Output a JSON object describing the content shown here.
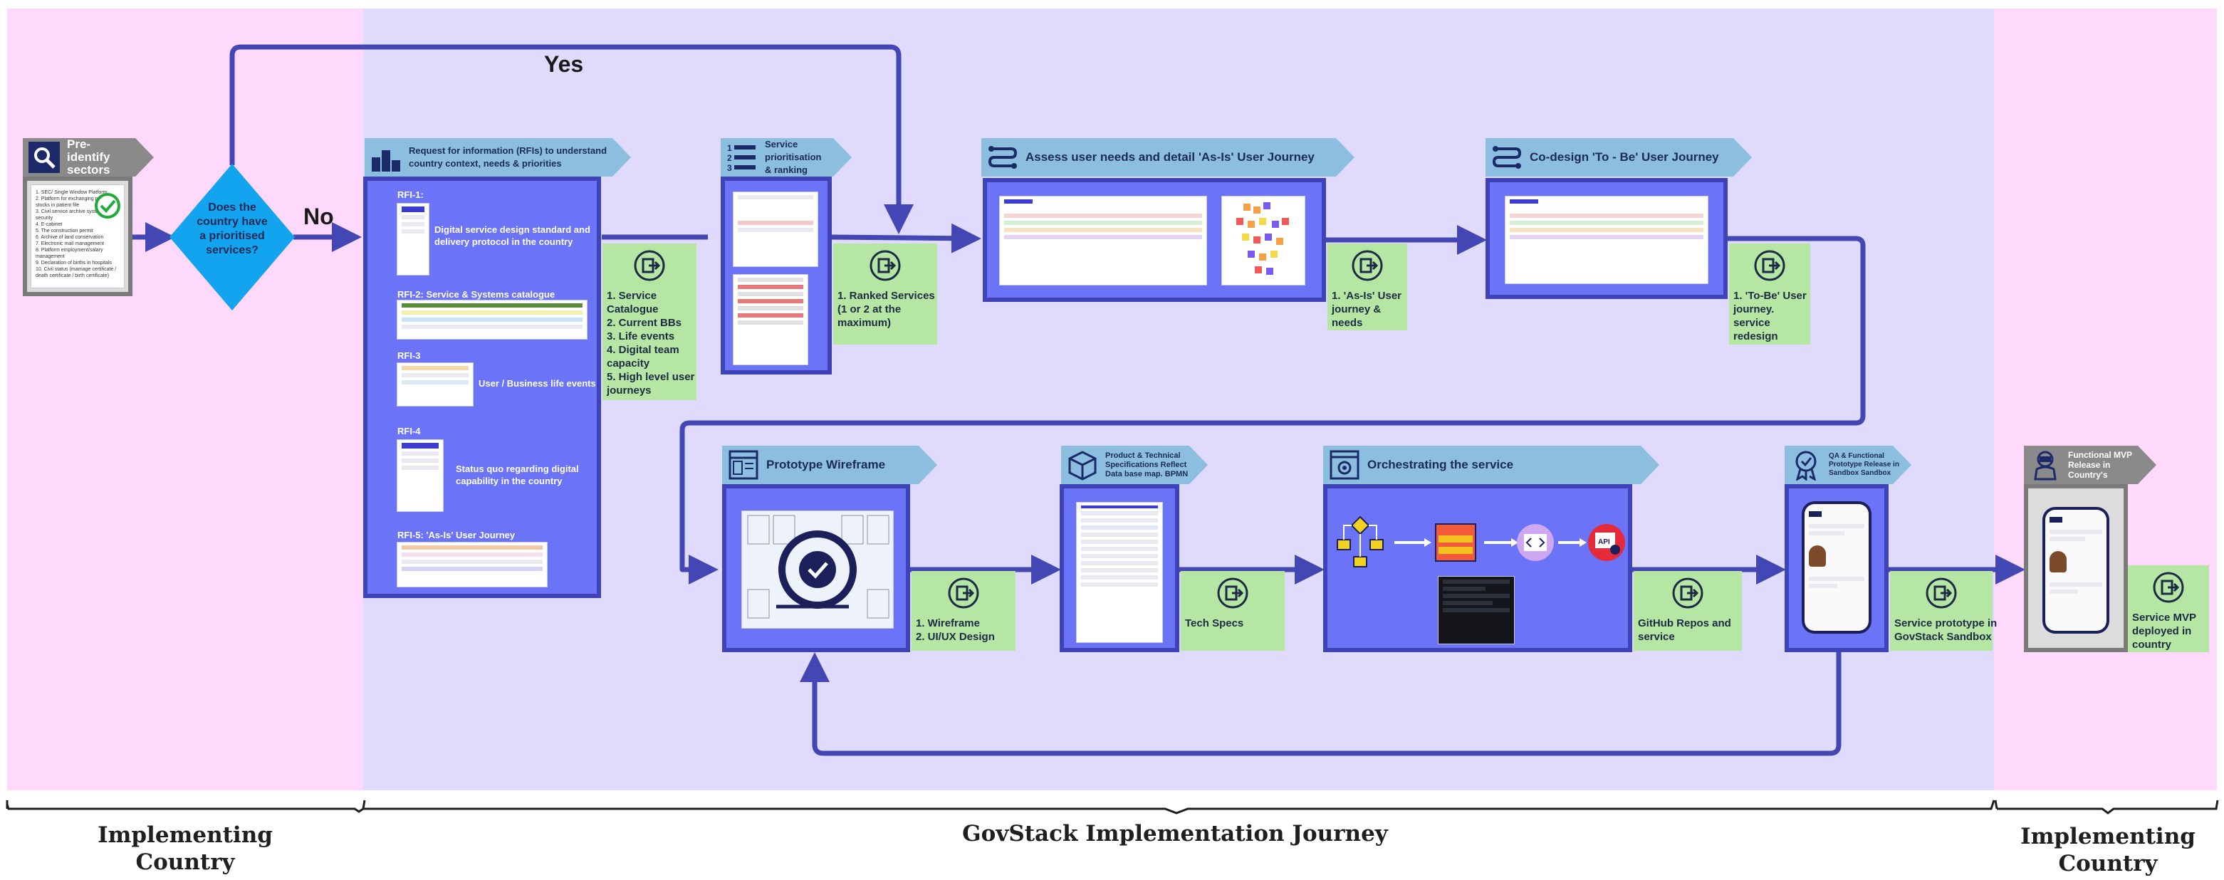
{
  "zones": {
    "left_label": "Implementing Country",
    "center_label": "GovStack Implementation Journey",
    "right_label": "Implementing Country"
  },
  "decision": {
    "question": "Does the country have a prioritised services?",
    "yes": "Yes",
    "no": "No"
  },
  "preidentify": {
    "title": "Pre-identify sectors",
    "list": [
      "1. SEC/ Single Window Platform",
      "2. Platform for exchanging price",
      "   stocks in patient file",
      "3. Civil service archive system &",
      "   security",
      "4. E-cabinet",
      "5. The construction permit",
      "6. Archive of land conservation",
      "7. Electronic mail management",
      "8. Platform employment/salary",
      "   management",
      "9. Declaration of births in hospitals",
      "10. Civil status (marriage certificate /",
      "    death certificate / birth certificate)"
    ]
  },
  "rfi": {
    "tab": "Request for information (RFIs) to understand country context, needs & priorities",
    "items": [
      {
        "title": "RFI-1:",
        "desc": "Digital service design standard and delivery protocol in the country"
      },
      {
        "title": "RFI-2: Service & Systems catalogue",
        "desc": ""
      },
      {
        "title": "RFI-3",
        "desc": "User / Business life events"
      },
      {
        "title": "RFI-4",
        "desc": "Status quo regarding digital capability in the country"
      },
      {
        "title": "RFI-5: 'As-Is' User Journey",
        "desc": ""
      }
    ],
    "output": [
      "1. Service",
      "Catalogue",
      "2. Current BBs",
      "3. Life events",
      "4. Digital team",
      "capacity",
      "5. High level user",
      "journeys"
    ]
  },
  "prioritisation": {
    "tab": "Service prioritisation & ranking",
    "output": [
      "1. Ranked Services",
      "(1 or 2 at the",
      "maximum)"
    ]
  },
  "assess": {
    "tab": "Assess user needs and detail 'As-Is' User Journey",
    "output": [
      "1. 'As-Is' User",
      "journey &",
      "needs"
    ]
  },
  "codesign": {
    "tab": "Co-design 'To - Be' User Journey",
    "output": [
      "1. 'To-Be' User",
      "journey.",
      "service",
      "redesign"
    ]
  },
  "prototype": {
    "tab": "Prototype Wireframe",
    "output": [
      "1. Wireframe",
      "2. UI/UX Design"
    ]
  },
  "specs": {
    "tab": "Product & Technical Specifications Reflect Data base map. BPMN",
    "output": [
      "Tech Specs"
    ]
  },
  "orchestrate": {
    "tab": "Orchestrating the service",
    "output": [
      "GitHub Repos and",
      "service"
    ]
  },
  "qa": {
    "tab": "QA & Functional Prototype Release in Sandbox Sandbox",
    "output": [
      "Service prototype in",
      "GovStack Sandbox"
    ]
  },
  "mvp": {
    "tab": "Functional MVP Release in Country's",
    "output": [
      "Service MVP",
      "deployed in",
      "country"
    ]
  },
  "colors": {
    "pink_zone": "#fed9fb",
    "lavender_zone": "#e0dafd",
    "arrow": "#4347b4",
    "box_fill": "#6b73f6",
    "tab_blue": "#8cbfdf",
    "output_green": "#b6e6a3",
    "decision": "#12a4ef"
  }
}
